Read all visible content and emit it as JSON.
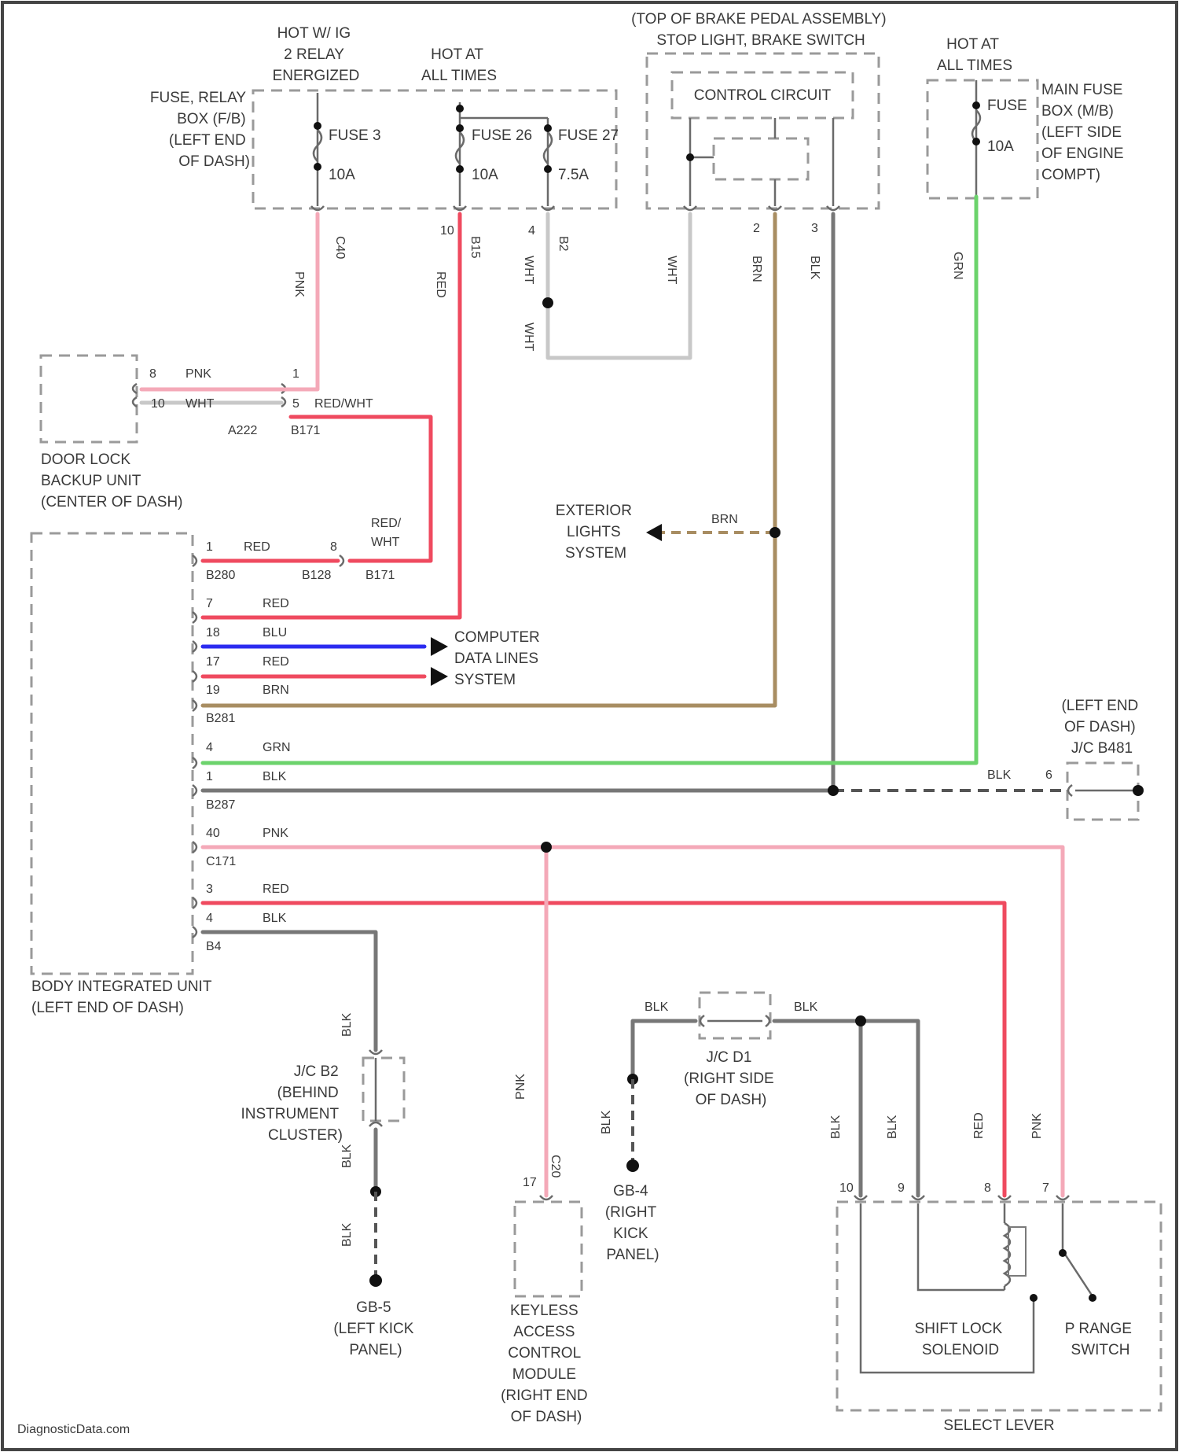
{
  "colors": {
    "pnk": "#f4a9b8",
    "red": "#ef4a5f",
    "blu": "#2b2bf0",
    "brn": "#a88d62",
    "grn": "#6cd36c",
    "blk": "#777777",
    "wht": "#c8c8c8",
    "dashed_box": "#9a9a9a",
    "text": "#3a3a3a"
  },
  "labels": {
    "hot_ig2": [
      "HOT W/ IG",
      "2 RELAY",
      "ENERGIZED"
    ],
    "hot_always_1": [
      "HOT AT",
      "ALL TIMES"
    ],
    "hot_always_2": [
      "HOT AT",
      "ALL TIMES"
    ],
    "fuse_relay_box": [
      "FUSE, RELAY",
      "BOX (F/B)",
      "(LEFT END",
      "OF DASH)"
    ],
    "fuse3": "FUSE 3",
    "fuse3_amp": "10A",
    "fuse26": "FUSE 26",
    "fuse26_amp": "10A",
    "fuse27": "FUSE 27",
    "fuse27_amp": "7.5A",
    "brake_switch": [
      "(TOP OF BRAKE PEDAL ASSEMBLY)",
      "STOP LIGHT, BRAKE SWITCH"
    ],
    "control_circuit": "CONTROL CIRCUIT",
    "fuse_main": "FUSE",
    "fuse_main_amp": "10A",
    "main_fuse_box": [
      "MAIN FUSE",
      "BOX (M/B)",
      "(LEFT SIDE",
      "OF ENGINE",
      "COMPT)"
    ],
    "door_lock_unit": [
      "DOOR LOCK",
      "BACKUP UNIT",
      "(CENTER OF DASH)"
    ],
    "exterior_lights": [
      "EXTERIOR",
      "LIGHTS",
      "SYSTEM"
    ],
    "computer_data": [
      "COMPUTER",
      "DATA LINES",
      "SYSTEM"
    ],
    "jc_b481": [
      "(LEFT END",
      "OF DASH)",
      "J/C B481"
    ],
    "body_integrated": [
      "BODY INTEGRATED UNIT",
      "(LEFT END OF DASH)"
    ],
    "jc_b2": [
      "J/C B2",
      "(BEHIND",
      "INSTRUMENT",
      "CLUSTER)"
    ],
    "gb5": [
      "GB-5",
      "(LEFT KICK",
      "PANEL)"
    ],
    "keyless": [
      "KEYLESS",
      "ACCESS",
      "CONTROL",
      "MODULE",
      "(RIGHT END",
      "OF DASH)"
    ],
    "gb4": [
      "GB-4",
      "(RIGHT",
      "KICK",
      "PANEL)"
    ],
    "jc_d1": [
      "J/C D1",
      "(RIGHT SIDE",
      "OF DASH)"
    ],
    "shift_lock": [
      "SHIFT LOCK",
      "SOLENOID"
    ],
    "p_range": [
      "P RANGE",
      "SWITCH"
    ],
    "select_lever": "SELECT LEVER",
    "watermark": "DiagnosticData.com"
  },
  "wire_codes": {
    "pnk": "PNK",
    "red": "RED",
    "red_wht": "RED/WHT",
    "red_wht_split": [
      "RED/",
      "WHT"
    ],
    "wht": "WHT",
    "blu": "BLU",
    "brn": "BRN",
    "grn": "GRN",
    "blk": "BLK"
  },
  "connectors": {
    "c_fuse3": "C40",
    "c_fuse26": "B15",
    "c_fuse27": "B2",
    "c_doorlock": "A222",
    "c_b171": "B171",
    "c_b280": "B280",
    "c_b128": "B128",
    "c_b171b": "B171",
    "c_b281": "B281",
    "c_b287": "B287",
    "c_c171": "C171",
    "c_b4": "B4",
    "c_keyless": "C20"
  },
  "pins": {
    "fuse26_pin": "10",
    "fuse27_pin": "4",
    "brake_2": "2",
    "brake_3": "3",
    "door_8": "8",
    "door_10": "10",
    "door_1": "1",
    "door_5": "5",
    "biu_1": "1",
    "biu_8": "8",
    "biu_7": "7",
    "biu_18": "18",
    "biu_17": "17",
    "biu_19": "19",
    "biu_4": "4",
    "biu_1b": "1",
    "biu_40": "40",
    "biu_3": "3",
    "biu_4b": "4",
    "jc481_6": "6",
    "keyless_17": "17",
    "sel_10": "10",
    "sel_9": "9",
    "sel_8": "8",
    "sel_7": "7"
  }
}
